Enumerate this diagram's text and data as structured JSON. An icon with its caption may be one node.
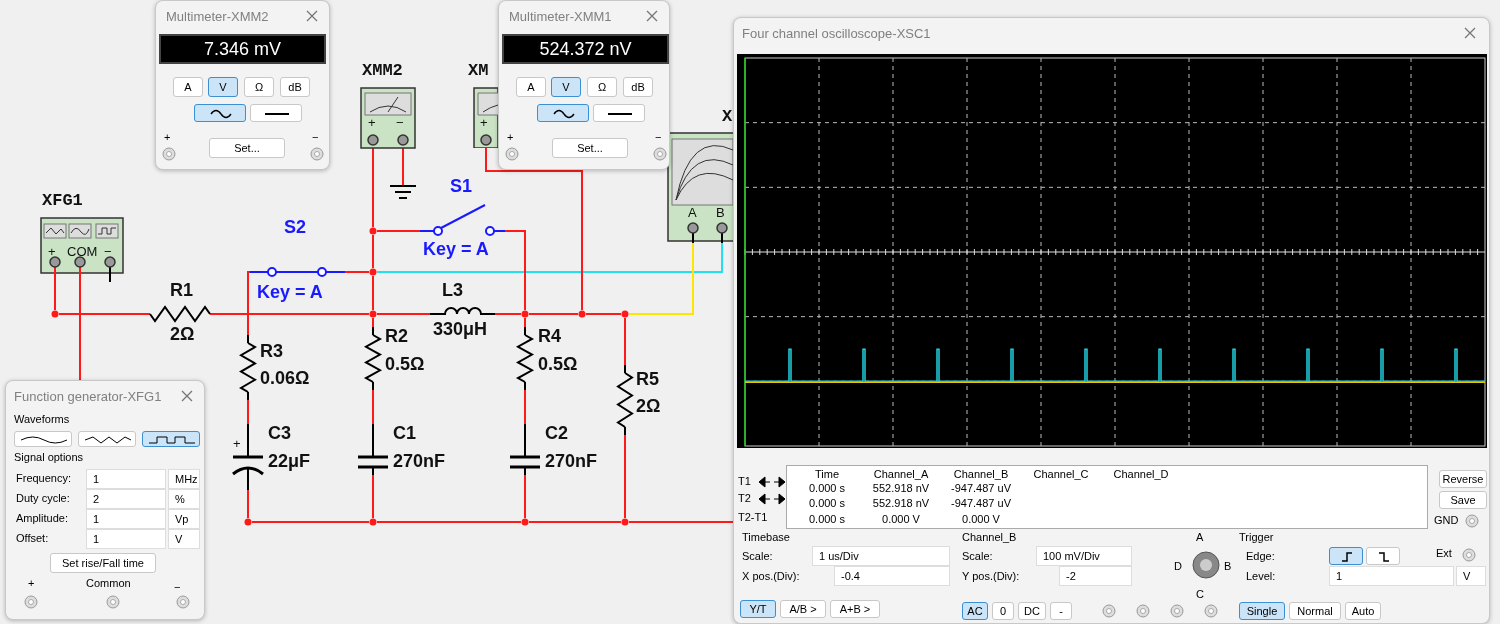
{
  "diagram": {
    "nodes": [
      {
        "text": [
          "Multimeter-XMM2",
          "7.346 mV",
          "A",
          "V",
          "Ω",
          "dB",
          "+",
          "Set...",
          "−"
        ]
      },
      {
        "text": [
          "Multimeter-XMM1",
          "524.372 nV",
          "A",
          "V",
          "Ω",
          "dB",
          "+",
          "Set...",
          "−"
        ]
      },
      {
        "text": [
          "Function generator-XFG1",
          "Waveforms",
          "Signal options",
          "Frequency:",
          "1",
          "MHz",
          "Duty cycle:",
          "2",
          "%",
          "Amplitude:",
          "1",
          "Vp",
          "Offset:",
          "1",
          "V",
          "Set rise/Fall time",
          "+",
          "Common",
          "−"
        ]
      },
      {
        "text": [
          "Four channel oscilloscope-XSC1",
          "T1",
          "T2",
          "T2-T1",
          "Time",
          "Channel_A",
          "Channel_B",
          "Channel_C",
          "Channel_D",
          "0.000 s",
          "552.918 nV",
          "-947.487 uV",
          "0.000 s",
          "552.918 nV",
          "-947.487 uV",
          "0.000 s",
          "0.000 V",
          "0.000 V",
          "Reverse",
          "Save",
          "GND",
          "Timebase",
          "Scale:",
          "1 us/Div",
          "X pos.(Div):",
          "-0.4",
          "Y/T",
          "A/B >",
          "A+B >",
          "Channel_B",
          "Scale:",
          "100 mV/Div",
          "Y pos.(Div):",
          "-2",
          "AC",
          "0",
          "DC",
          "-",
          "A",
          "D",
          "B",
          "C",
          "Trigger",
          "Edge:",
          "Ext",
          "Level:",
          "1",
          "V",
          "Single",
          "Normal",
          "Auto"
        ]
      },
      {
        "text": [
          "XFG1",
          "+",
          "COM",
          "−"
        ]
      },
      {
        "text": [
          "XMM2",
          "+",
          "−"
        ]
      },
      {
        "text": [
          "XM",
          "+"
        ]
      },
      {
        "text": [
          "X",
          "A",
          "B"
        ]
      },
      {
        "text": [
          "S1",
          "Key = A"
        ]
      },
      {
        "text": [
          "S2",
          "Key = A"
        ]
      },
      {
        "text": [
          "R1",
          "2Ω"
        ]
      },
      {
        "text": [
          "L3",
          "330μH"
        ]
      },
      {
        "text": [
          "R2",
          "0.5Ω"
        ]
      },
      {
        "text": [
          "R3",
          "0.06Ω"
        ]
      },
      {
        "text": [
          "R4",
          "0.5Ω"
        ]
      },
      {
        "text": [
          "R5",
          "2Ω"
        ]
      },
      {
        "text": [
          "C3",
          "+",
          "22μF"
        ]
      },
      {
        "text": [
          "C1",
          "270nF"
        ]
      },
      {
        "text": [
          "C2",
          "270nF"
        ]
      },
      {
        "text": [],
        "shape": "ground"
      },
      {
        "text": [],
        "shape": "circle"
      },
      {
        "text": [],
        "shape": "circle"
      },
      {
        "text": [],
        "shape": "circle"
      },
      {
        "text": [],
        "shape": "circle"
      },
      {
        "text": [],
        "shape": "circle"
      },
      {
        "text": [],
        "shape": "circle"
      },
      {
        "text": [],
        "shape": "circle"
      },
      {
        "text": [],
        "shape": "circle"
      },
      {
        "text": [],
        "shape": "circle"
      },
      {
        "text": [],
        "shape": "circle"
      },
      {
        "text": [],
        "shape": "circle"
      }
    ],
    "edges": [
      {
        "from": 4,
        "to": 20,
        "arrow": "none"
      },
      {
        "from": 20,
        "to": 10,
        "arrow": "none"
      },
      {
        "from": 10,
        "to": 22,
        "arrow": "none"
      },
      {
        "from": 4,
        "to": 2,
        "arrow": "none"
      },
      {
        "from": 5,
        "to": 21,
        "arrow": "none"
      },
      {
        "from": 5,
        "to": 19,
        "arrow": "none"
      },
      {
        "from": 21,
        "to": 8,
        "arrow": "none"
      },
      {
        "from": 21,
        "to": 30,
        "arrow": "none"
      },
      {
        "from": 30,
        "to": 22,
        "arrow": "none"
      },
      {
        "from": 9,
        "to": 30,
        "arrow": "none"
      },
      {
        "from": 30,
        "to": 7,
        "arrow": "none",
        "color": "#22e0f0"
      },
      {
        "from": 9,
        "to": 13,
        "arrow": "none"
      },
      {
        "from": 22,
        "to": 11,
        "arrow": "none"
      },
      {
        "from": 22,
        "to": 12,
        "arrow": "none"
      },
      {
        "from": 12,
        "to": 17,
        "arrow": "none"
      },
      {
        "from": 17,
        "to": 27,
        "arrow": "none"
      },
      {
        "from": 8,
        "to": 23,
        "arrow": "none"
      },
      {
        "from": 11,
        "to": 23,
        "arrow": "none"
      },
      {
        "from": 23,
        "to": 24,
        "arrow": "none"
      },
      {
        "from": 6,
        "to": 24,
        "arrow": "none"
      },
      {
        "from": 24,
        "to": 25,
        "arrow": "none"
      },
      {
        "from": 25,
        "to": 7,
        "arrow": "none",
        "color": "#ffe600"
      },
      {
        "from": 23,
        "to": 14,
        "arrow": "none"
      },
      {
        "from": 14,
        "to": 18,
        "arrow": "none"
      },
      {
        "from": 18,
        "to": 28,
        "arrow": "none"
      },
      {
        "from": 25,
        "to": 15,
        "arrow": "none"
      },
      {
        "from": 15,
        "to": 29,
        "arrow": "none"
      },
      {
        "from": 13,
        "to": 16,
        "arrow": "none"
      },
      {
        "from": 16,
        "to": 26,
        "arrow": "none"
      },
      {
        "from": 26,
        "to": 27,
        "arrow": "none"
      },
      {
        "from": 27,
        "to": 28,
        "arrow": "none"
      },
      {
        "from": 28,
        "to": 29,
        "arrow": "none"
      },
      {
        "from": 29,
        "to": 3,
        "arrow": "none"
      }
    ]
  }
}
